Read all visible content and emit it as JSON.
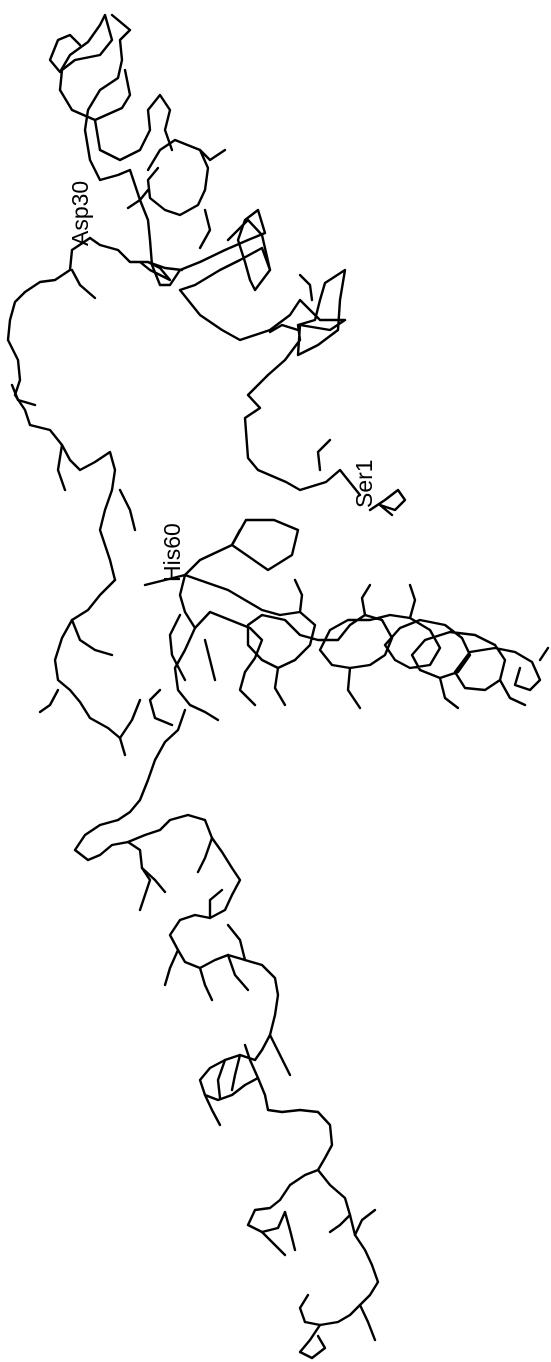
{
  "diagram": {
    "line_color": "#000000",
    "background_color": "#ffffff",
    "labels": {
      "asp30": "Asp30",
      "his60": "His60",
      "ser1": "Ser1"
    }
  }
}
